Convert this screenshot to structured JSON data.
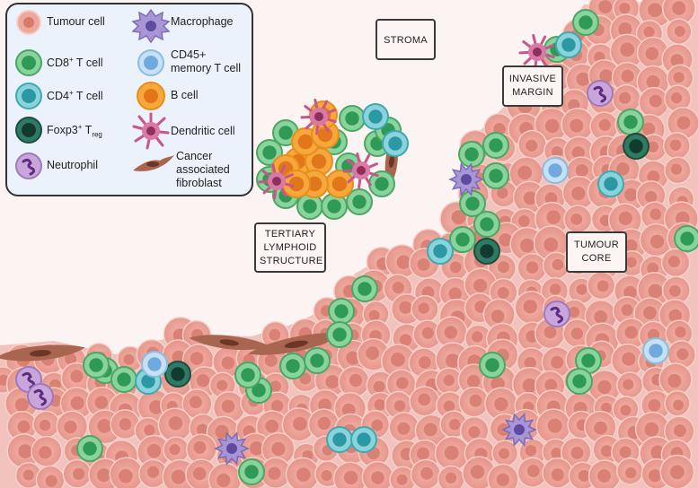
{
  "legend": {
    "items": [
      {
        "key": "tumour",
        "text": "Tumour cell",
        "icon": "tumour-cell-icon",
        "color": "#e8958a"
      },
      {
        "key": "cd8",
        "text": "CD8",
        "sup": "+",
        "rest": " T cell",
        "icon": "cd8-t-cell-icon",
        "color": "#5cb974"
      },
      {
        "key": "cd4",
        "text": "CD4",
        "sup": "+",
        "rest": " T cell",
        "icon": "cd4-t-cell-icon",
        "color": "#48b5c0"
      },
      {
        "key": "treg",
        "text": "Foxp3",
        "sup": "+",
        "rest": " T",
        "sub": "reg",
        "icon": "foxp3-treg-icon",
        "color": "#1f5e4c"
      },
      {
        "key": "neutrophil",
        "text": "Neutrophil",
        "icon": "neutrophil-icon",
        "color": "#b184c8"
      },
      {
        "key": "macrophage",
        "text": "Macrophage",
        "icon": "macrophage-icon",
        "color": "#8d78c4"
      },
      {
        "key": "memory",
        "line1": "CD45+",
        "line2": "memory T cell",
        "icon": "cd45-memory-t-cell-icon",
        "color": "#8ec2ea"
      },
      {
        "key": "bcell",
        "text": "B cell",
        "icon": "b-cell-icon",
        "color": "#f2a13f"
      },
      {
        "key": "dendritic",
        "text": "Dendritic cell",
        "icon": "dendritic-cell-icon",
        "color": "#c9568a"
      },
      {
        "key": "caf",
        "line1": "Cancer",
        "line2": "associated",
        "line3": "fibroblast",
        "icon": "cancer-associated-fibroblast-icon",
        "color": "#a0604e"
      }
    ]
  },
  "regions": {
    "stroma": "STROMA",
    "invasive_margin": [
      "INVASIVE",
      "MARGIN"
    ],
    "tumour_core": [
      "TUMOUR",
      "CORE"
    ],
    "tls": [
      "TERTIARY",
      "LYMPHOID",
      "STRUCTURE"
    ]
  }
}
